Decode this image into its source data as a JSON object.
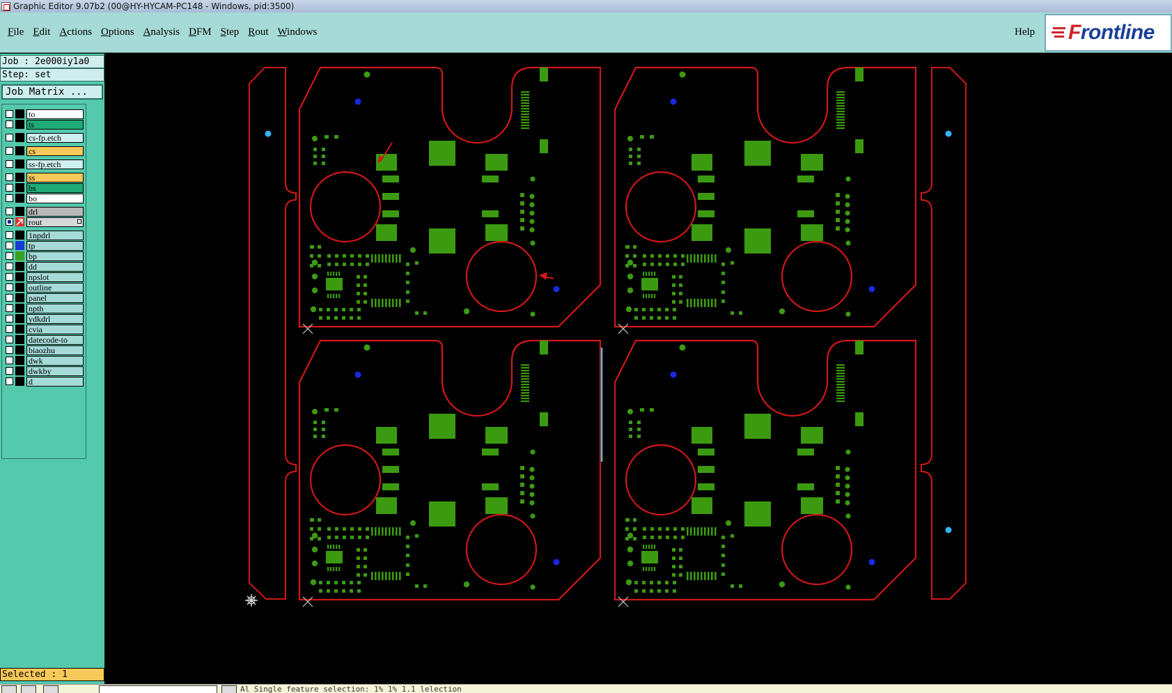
{
  "window": {
    "title": "Graphic Editor 9.07b2 (00@HY-HYCAM-PC148 - Windows, pid:3500)"
  },
  "menubar": {
    "items": [
      {
        "label": "File",
        "mnemonic": "F",
        "rest": "ile"
      },
      {
        "label": "Edit",
        "mnemonic": "E",
        "rest": "dit"
      },
      {
        "label": "Actions",
        "mnemonic": "A",
        "rest": "ctions"
      },
      {
        "label": "Options",
        "mnemonic": "O",
        "rest": "ptions"
      },
      {
        "label": "Analysis",
        "mnemonic": "A",
        "rest": "nalysis"
      },
      {
        "label": "DFM",
        "mnemonic": "D",
        "rest": "FM"
      },
      {
        "label": "Step",
        "mnemonic": "S",
        "rest": "tep"
      },
      {
        "label": "Rout",
        "mnemonic": "R",
        "rest": "out"
      },
      {
        "label": "Windows",
        "mnemonic": "W",
        "rest": "indows"
      }
    ],
    "help": "Help",
    "brand": {
      "prefix": "F",
      "name": "rontline"
    }
  },
  "sidebar": {
    "job": "Job : 2e000iy1a0",
    "step": "Step: set",
    "job_matrix": "Job Matrix ...",
    "layers": [
      {
        "name": "to",
        "color": "#ffffff",
        "swatch": "#000000",
        "active": false
      },
      {
        "name": "ts",
        "color": "#1faa7a",
        "swatch": "#000000",
        "active": false
      },
      {
        "name": "cs-fp.etch",
        "color": "#cfeeee",
        "swatch": "#000000",
        "active": false
      },
      {
        "name": "cs",
        "color": "#f7c85a",
        "swatch": "#000000",
        "active": false
      },
      {
        "name": "ss-fp.etch",
        "color": "#cfeeee",
        "swatch": "#000000",
        "active": false
      },
      {
        "name": "ss",
        "color": "#f7c85a",
        "swatch": "#000000",
        "active": false
      },
      {
        "name": "bs",
        "color": "#1faa7a",
        "swatch": "#000000",
        "active": false
      },
      {
        "name": "bo",
        "color": "#ffffff",
        "swatch": "#000000",
        "active": false
      },
      {
        "name": "drl",
        "color": "#b8b8b8",
        "swatch": "#000000",
        "active": false
      },
      {
        "name": "rout",
        "color": "#d8d8d8",
        "swatch": "#e03030",
        "active": true
      },
      {
        "name": "1npdrl",
        "color": "#a6dad6",
        "swatch": "#000000",
        "active": false
      },
      {
        "name": "tp",
        "color": "#a6dad6",
        "swatch": "#1a3ad8",
        "active": false
      },
      {
        "name": "bp",
        "color": "#a6dad6",
        "swatch": "#3aa020",
        "active": false
      },
      {
        "name": "dd",
        "color": "#a6dad6",
        "swatch": "#000000",
        "active": false
      },
      {
        "name": "npslot",
        "color": "#a6dad6",
        "swatch": "#000000",
        "active": false
      },
      {
        "name": "outline",
        "color": "#a6dad6",
        "swatch": "#000000",
        "active": false
      },
      {
        "name": "panel",
        "color": "#a6dad6",
        "swatch": "#000000",
        "active": false
      },
      {
        "name": "npth",
        "color": "#a6dad6",
        "swatch": "#000000",
        "active": false
      },
      {
        "name": "ydkdrl",
        "color": "#a6dad6",
        "swatch": "#000000",
        "active": false
      },
      {
        "name": "cvia",
        "color": "#a6dad6",
        "swatch": "#000000",
        "active": false
      },
      {
        "name": "datecode-to",
        "color": "#a6dad6",
        "swatch": "#000000",
        "active": false
      },
      {
        "name": "biaozhu",
        "color": "#a6dad6",
        "swatch": "#000000",
        "active": false
      },
      {
        "name": "dwk",
        "color": "#a6dad6",
        "swatch": "#000000",
        "active": false
      },
      {
        "name": "dwkby",
        "color": "#a6dad6",
        "swatch": "#000000",
        "active": false
      },
      {
        "name": "d",
        "color": "#a6dad6",
        "swatch": "#000000",
        "active": false
      }
    ],
    "selected": "Selected : 1"
  },
  "statusbar": {
    "message": "Al  Single feature selection: 1% 1% 1.1 lelection"
  },
  "colors": {
    "rout": "#d01818",
    "pad": "#3c9a10",
    "via_blue": "#1a2ae0",
    "fid_light": "#3ab0f0",
    "cyan": "#38d8f0"
  }
}
